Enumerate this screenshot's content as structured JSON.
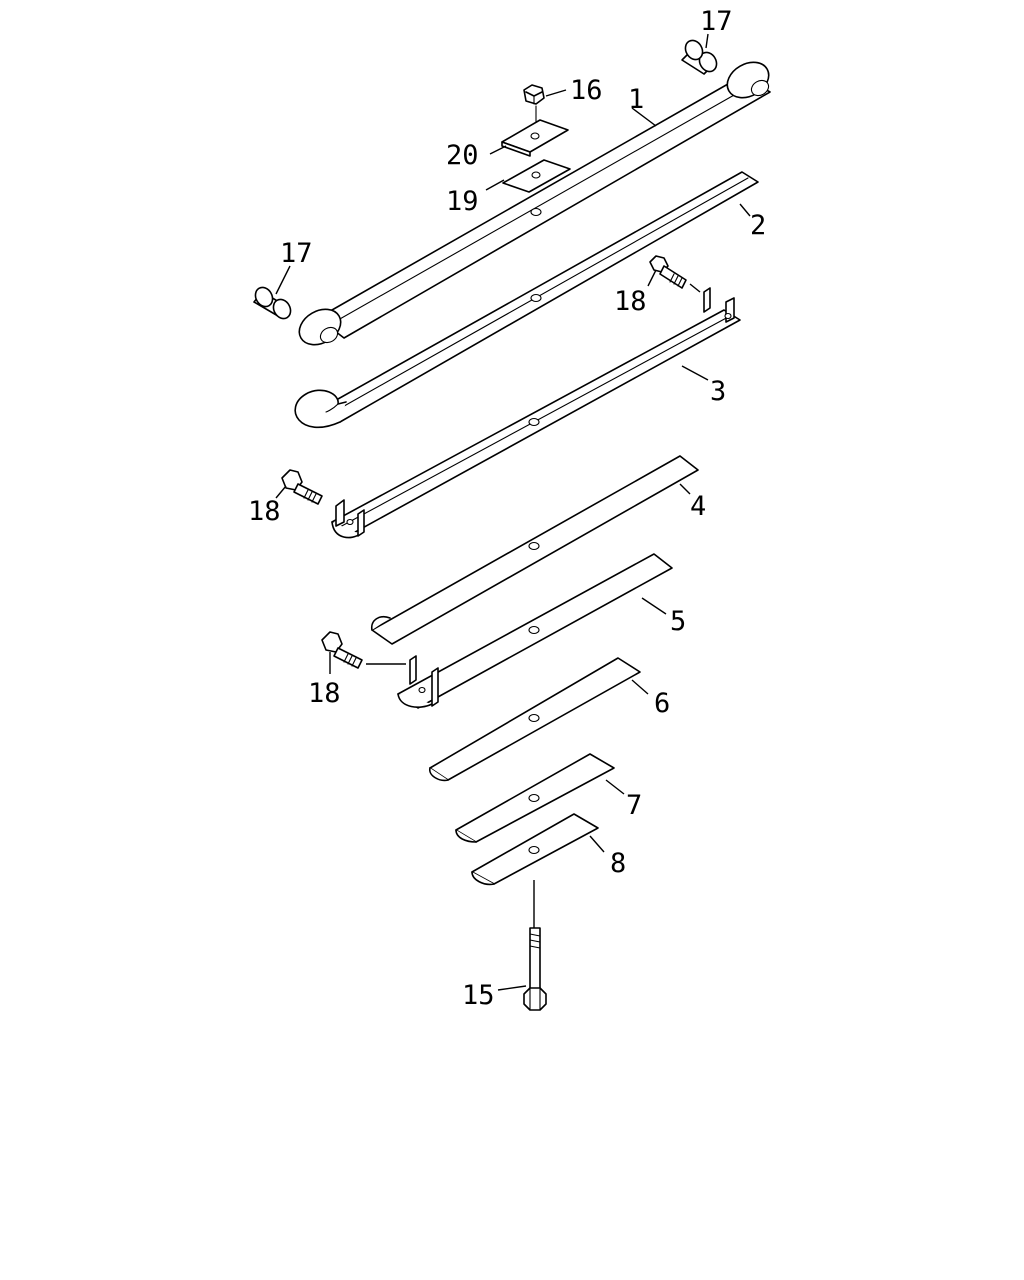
{
  "callouts": {
    "c1": "1",
    "c2": "2",
    "c3": "3",
    "c4": "4",
    "c5": "5",
    "c6": "6",
    "c7": "7",
    "c8": "8",
    "c15": "15",
    "c16": "16",
    "c17_top": "17",
    "c17_left": "17",
    "c18_upper": "18",
    "c18_middle": "18",
    "c18_lower": "18",
    "c19": "19",
    "c20": "20"
  }
}
